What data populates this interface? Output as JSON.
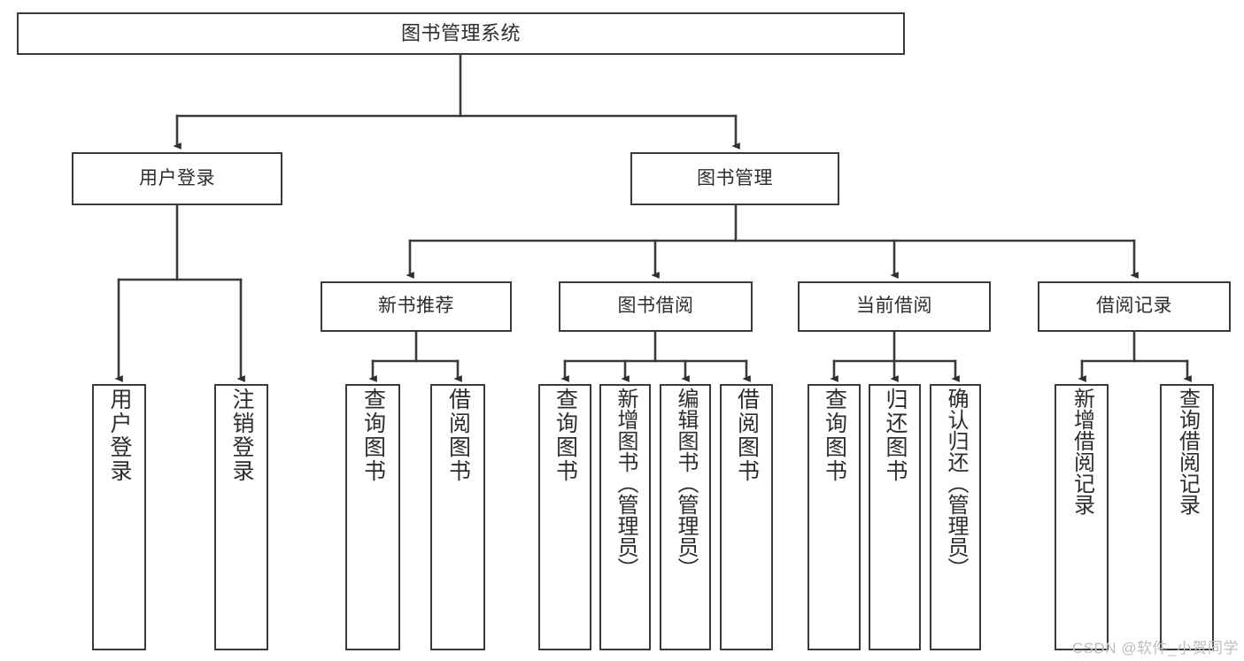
{
  "diagram": {
    "title": "图书管理系统",
    "type": "tree-hierarchy-diagram",
    "colors": {
      "box_border": "#3a3a3a",
      "box_fill": "#ffffff",
      "edge": "#3a3a3a",
      "text": "#2d2d2d",
      "watermark": "#bdbdbd"
    },
    "nodes": {
      "root": {
        "label": "图书管理系统"
      },
      "level1": [
        {
          "label": "用户登录"
        },
        {
          "label": "图书管理"
        }
      ],
      "level2": [
        {
          "label": "新书推荐"
        },
        {
          "label": "图书借阅"
        },
        {
          "label": "当前借阅"
        },
        {
          "label": "借阅记录"
        }
      ],
      "leaves": {
        "user_login": [
          {
            "label": "用户登录"
          },
          {
            "label": "注销登录"
          }
        ],
        "new_book_recommend": [
          {
            "label": "查询图书"
          },
          {
            "label": "借阅图书"
          }
        ],
        "book_borrow": [
          {
            "label": "查询图书"
          },
          {
            "label": "新增图书（管理员）"
          },
          {
            "label": "编辑图书（管理员）"
          },
          {
            "label": "借阅图书"
          }
        ],
        "current_borrow": [
          {
            "label": "查询图书"
          },
          {
            "label": "归还图书"
          },
          {
            "label": "确认归还（管理员）"
          }
        ],
        "borrow_record": [
          {
            "label": "新增借阅记录"
          },
          {
            "label": "查询借阅记录"
          }
        ]
      }
    }
  },
  "watermark": {
    "text": "CSDN @软件_小贺同学"
  }
}
